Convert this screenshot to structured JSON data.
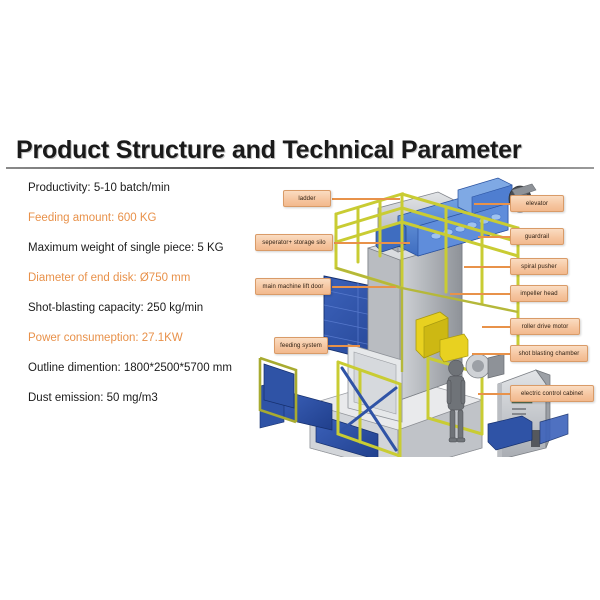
{
  "slide": {
    "background_color": "#ffffff",
    "title": "Product Structure and Technical Parameter",
    "accent_color": "#e8914a",
    "text_color": "#1c1c1c",
    "chip_fill_color": "#f6c7a2",
    "chip_border_color": "#d99b68",
    "leader_color": "#e8924a"
  },
  "specs": [
    {
      "text": "Productivity:  5-10 batch/min",
      "accent": false
    },
    {
      "text": "Feeding amount: 600 KG",
      "accent": true
    },
    {
      "text": "Maximum weight of single piece: 5 KG",
      "accent": false
    },
    {
      "text": "Diameter of end disk: Ø750 mm",
      "accent": true
    },
    {
      "text": "Shot-blasting capacity: 250 kg/min",
      "accent": false
    },
    {
      "text": "Power consumeption: 27.1KW",
      "accent": true
    },
    {
      "text": "Outline dimention: 1800*2500*5700 mm",
      "accent": false
    },
    {
      "text": "Dust emission: 50 mg/m3",
      "accent": false
    }
  ],
  "callouts": {
    "left": [
      {
        "label": "ladder"
      },
      {
        "label": "seperator+ storage silo"
      },
      {
        "label": "main machine lift door"
      },
      {
        "label": "feeding system"
      }
    ],
    "right": [
      {
        "label": "elevator"
      },
      {
        "label": "guardrail"
      },
      {
        "label": "spiral pusher"
      },
      {
        "label": "impeller head"
      },
      {
        "label": "roller drive motor"
      },
      {
        "label": "shot blasting chamber"
      },
      {
        "label": "electric control cabinet"
      }
    ]
  },
  "illustration": {
    "name": "shot-blasting-machine-3d-render",
    "colors": {
      "guardrail_yellow": "#c9cc33",
      "panel_blue": "#2a4a9e",
      "accent_blue": "#4a7fd4",
      "body_gray": "#c3c6cb",
      "dark_gray": "#6f7378",
      "motor_yellow": "#e8d120"
    }
  }
}
